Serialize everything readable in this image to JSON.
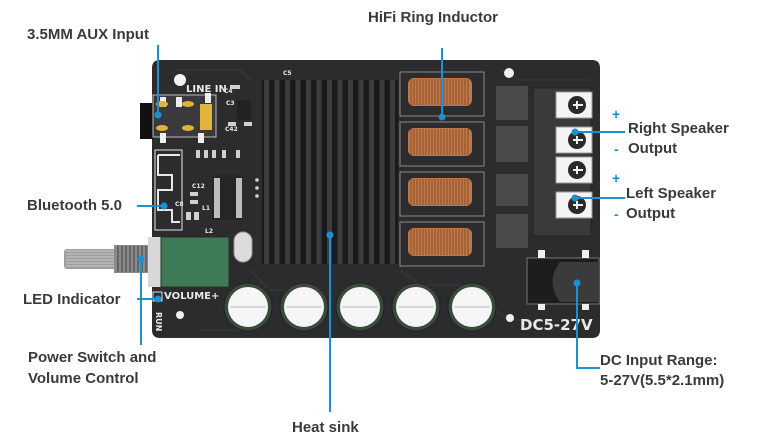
{
  "title": "Amplifier board callout diagram",
  "colors": {
    "callout_line": "#1e8fd0",
    "pcb": "#2c2c2e",
    "heatsink": "#1c1c1e",
    "copper": "#c0774a",
    "label_text": "#3a3a3a",
    "pot_green": "#3f7a57"
  },
  "callouts": {
    "aux_input": "3.5MM AUX Input",
    "ring_inductor": "HiFi Ring Inductor",
    "right_speaker_line1": "Right Speaker",
    "right_speaker_line2": "Output",
    "left_speaker_line1": "Left Speaker",
    "left_speaker_line2": "Output",
    "bluetooth": "Bluetooth 5.0",
    "led_indicator": "LED Indicator",
    "power_switch_line1": "Power Switch and",
    "power_switch_line2": "Volume Control",
    "heat_sink": "Heat sink",
    "dc_input_line1": "DC Input Range:",
    "dc_input_line2": "5-27V(5.5*2.1mm)"
  },
  "polarity": {
    "plus": "+",
    "minus": "-"
  },
  "silkscreen": {
    "line_in": "LINE IN",
    "volume": "VOLUME+",
    "run": "RUN",
    "dc": "DC5-27V",
    "c3": "C3",
    "c4": "C4",
    "c42": "C42",
    "c12": "C12",
    "c8": "C8",
    "l1": "L1",
    "l2": "L2",
    "c5": "C5"
  },
  "capacitor_count": 5,
  "inductor_count": 4,
  "terminal_count": 4
}
